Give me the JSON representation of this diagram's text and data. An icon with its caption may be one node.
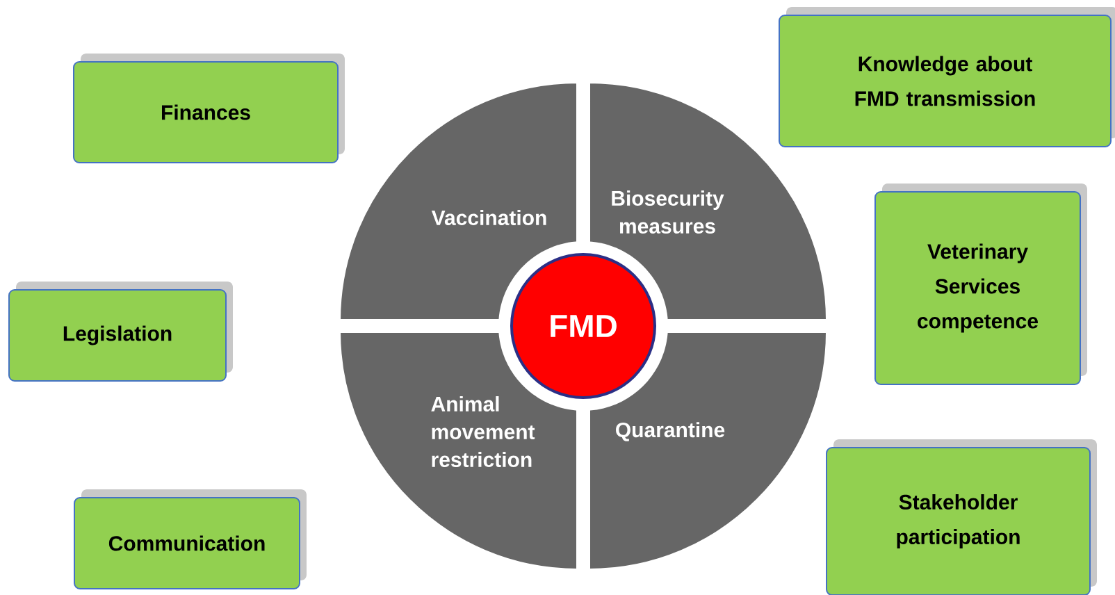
{
  "diagram": {
    "nodes": [
      {
        "text": [
          "Finances"
        ]
      },
      {
        "text": [
          "Knowledge about FMD transmission"
        ]
      },
      {
        "text": [
          "Vaccination"
        ]
      },
      {
        "text": [
          "Biosecurity measures"
        ]
      },
      {
        "text": [
          "Veterinary Services competence"
        ]
      },
      {
        "text": [
          "Legislation"
        ]
      },
      {
        "text": [
          "FMD"
        ]
      },
      {
        "text": [
          "Animal movement restriction"
        ]
      },
      {
        "text": [
          "Quarantine"
        ]
      },
      {
        "text": [
          "Stakeholder participation"
        ]
      },
      {
        "text": [
          "Communication"
        ]
      }
    ]
  }
}
